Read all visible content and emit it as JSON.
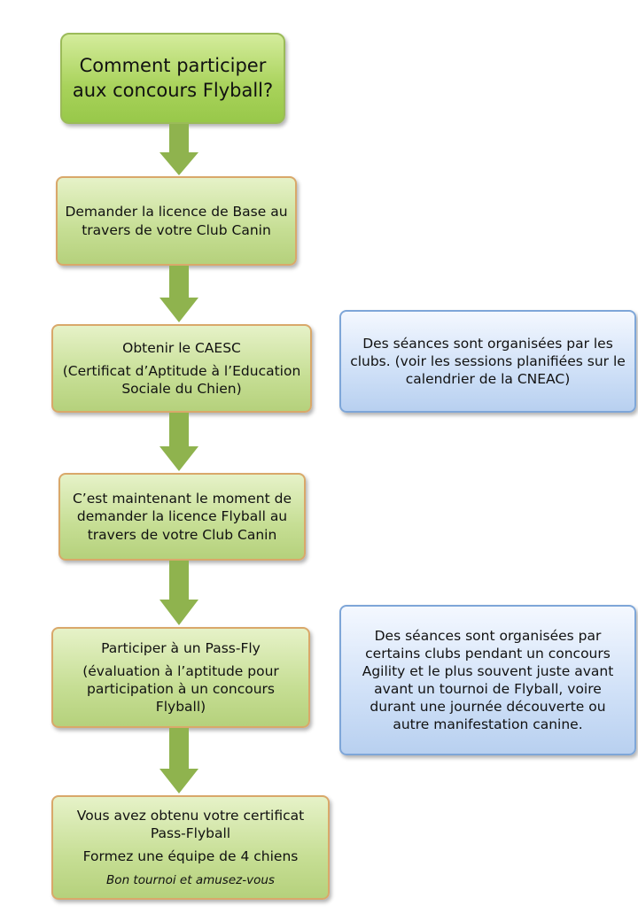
{
  "title": [
    "Comment participer",
    "aux concours Flyball?"
  ],
  "steps": {
    "licence_base": "Demander la licence de Base au travers de votre Club Canin",
    "caesc": {
      "line1": "Obtenir le CAESC",
      "line2": "(Certificat d’Aptitude à l’Education Sociale du Chien)"
    },
    "licence_flyball": "C’est maintenant le moment de demander la licence Flyball au travers de votre Club Canin",
    "pass_fly": {
      "line1": "Participer à un Pass-Fly",
      "line2": "(évaluation à l’aptitude pour participation à un concours Flyball)"
    },
    "final": {
      "line1": "Vous avez obtenu votre certificat Pass-Flyball",
      "line2": "Formez une équipe de 4 chiens",
      "line3": "Bon tournoi et amusez-vous"
    }
  },
  "notes": {
    "caesc_note": "Des séances sont organisées par les clubs. (voir les sessions planifiées sur le calendrier de la CNEAC)",
    "pass_fly_note": "Des séances sont organisées par certains clubs pendant un concours Agility et le plus souvent juste avant avant un tournoi de Flyball, voire durant une journée découverte ou autre manifestation canine."
  }
}
